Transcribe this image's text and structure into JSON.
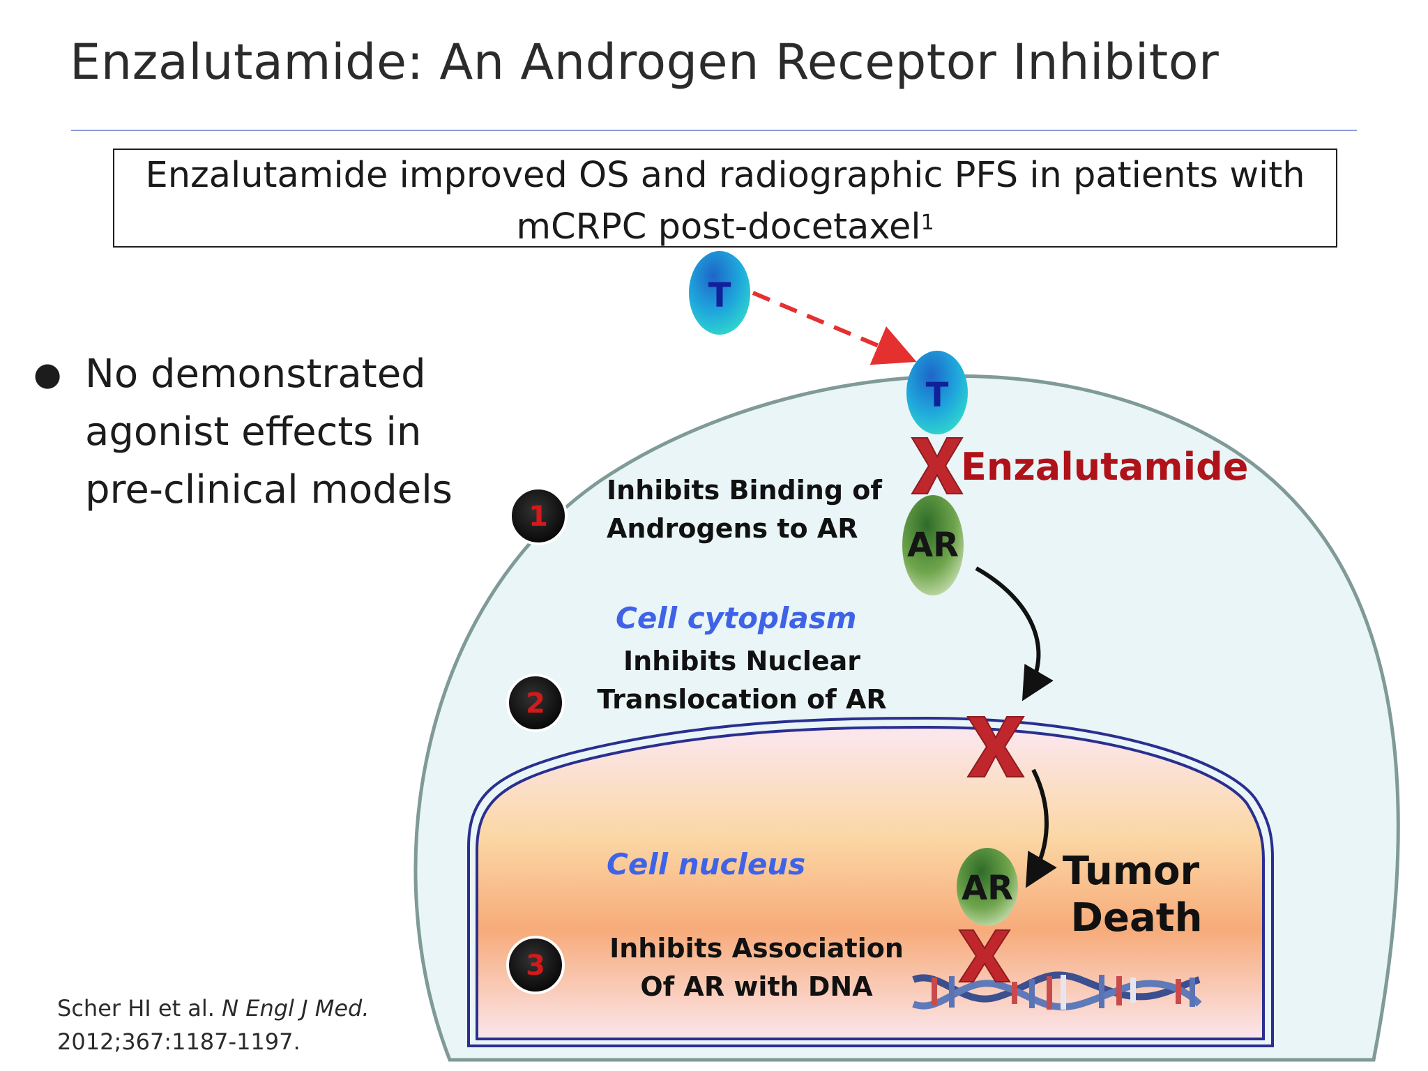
{
  "slide": {
    "title": "Enzalutamide: An Androgen Receptor Inhibitor",
    "summary_line1": "Enzalutamide improved OS and radiographic PFS in patients with",
    "summary_line2": "mCRPC post-docetaxel",
    "summary_sup": "1",
    "bullet_line1": "No demonstrated",
    "bullet_line2": "agonist effects in",
    "bullet_line3": "pre-clinical models",
    "citation_authors": "Scher HI et al. ",
    "citation_journal": "N Engl J Med.",
    "citation_ref": "2012;367:1187-1197."
  },
  "diagram": {
    "molecule_t_outside": "T",
    "molecule_t_bound": "T",
    "molecule_ar_cytoplasm": "AR",
    "molecule_ar_nucleus": "AR",
    "drug": "Enzalutamide",
    "step1_number": "1",
    "step1_line1": "Inhibits Binding of",
    "step1_line2": "Androgens to AR",
    "cytoplasm_label": "Cell cytoplasm",
    "step2_number": "2",
    "step2_line1": "Inhibits Nuclear",
    "step2_line2": "Translocation of  AR",
    "nucleus_label": "Cell nucleus",
    "step3_number": "3",
    "step3_line1": "Inhibits Association",
    "step3_line2": "Of AR with DNA",
    "outcome_line1": "Tumor",
    "outcome_line2": "Death"
  },
  "colors": {
    "cell_fill": "#e9f5f7",
    "cell_border": "#7f9a97",
    "nucleus_border": "#2a2f8f",
    "inhibit_x": "#c0272d",
    "androgen_arrow": "#e53030",
    "region_label": "#3f63e6"
  }
}
